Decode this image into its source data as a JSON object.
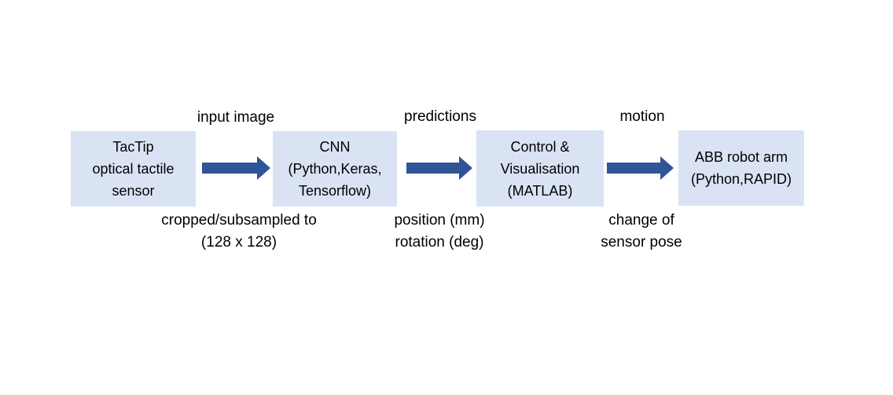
{
  "diagram": {
    "title": "tactile-robot-pipeline-flow",
    "colors": {
      "background": "#ffffff",
      "node_fill": "#dae3f3",
      "arrow": "#2f5597",
      "text": "#000000"
    },
    "nodes": [
      {
        "id": "tactip-sensor",
        "lines": [
          "TacTip",
          "optical tactile",
          "sensor"
        ]
      },
      {
        "id": "cnn",
        "lines": [
          "CNN",
          "(Python,Keras,",
          "Tensorflow)"
        ]
      },
      {
        "id": "control-visualisation",
        "lines": [
          "Control &",
          "Visualisation",
          "(MATLAB)"
        ]
      },
      {
        "id": "abb-robot-arm",
        "lines": [
          "ABB robot arm",
          "(Python,RAPID)"
        ]
      }
    ],
    "arrows": [
      {
        "id": "sensor-to-cnn",
        "label_above": "input image",
        "label_below": [
          "cropped/subsampled to",
          "(128 x 128)"
        ]
      },
      {
        "id": "cnn-to-control",
        "label_above": "predictions",
        "label_below": [
          "position (mm)",
          "rotation (deg)"
        ]
      },
      {
        "id": "control-to-robot",
        "label_above": "motion",
        "label_below": [
          "change of",
          "sensor pose"
        ]
      }
    ]
  }
}
